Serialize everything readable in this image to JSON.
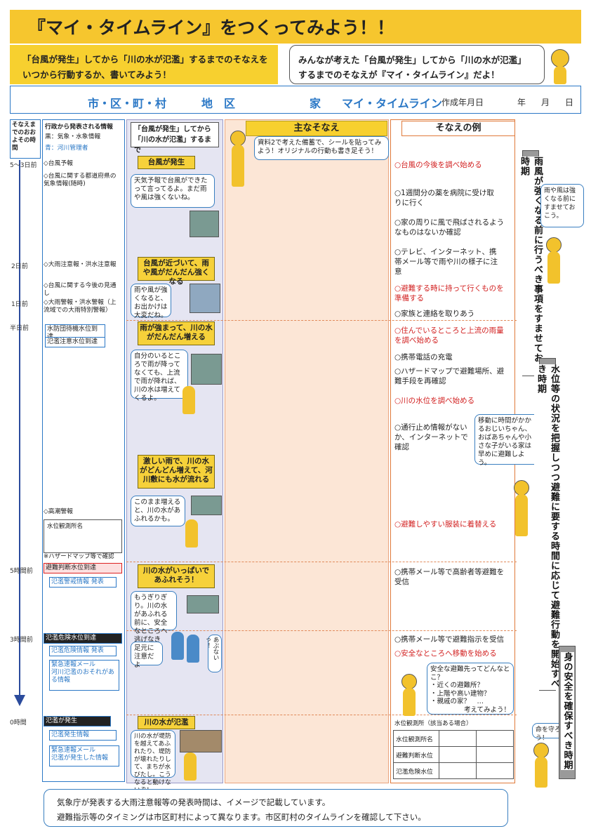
{
  "title": "『マイ・タイムライン』をつくってみよう！！",
  "intro_left": [
    "「台風が発生」してから「川の水が氾濫」するまでのそなえを",
    "いつから行動するか、書いてみよう！"
  ],
  "intro_right": [
    "みんなが考えた「台風が発生」してから「川の水が氾濫」",
    "するまでのそなえが『マイ・タイムライン』だよ！"
  ],
  "header": {
    "city": "市・区・町・村",
    "district": "地　区",
    "house": "家",
    "mytimeline": "マイ・タイムライン",
    "created": "作成年月日",
    "year": "年",
    "month": "月",
    "day": "日"
  },
  "timeline": {
    "col_label": "そなえまでのおおよその時間",
    "ticks": [
      "5～3日前",
      "2日前",
      "1日前",
      "半日前",
      "5時間前",
      "3時間前",
      "0時間"
    ]
  },
  "info_col": {
    "title": "行政から発表される情報",
    "legend_black": "黒：気象・水象情報",
    "legend_blue": "青：河川管理者",
    "items": [
      "◇台風予報",
      "◇台風に関する都道府県の気象情報(随時)",
      "◇大雨注意報・洪水注意報",
      "◇台風に関する今後の見通し",
      "◇大雨警報・洪水警報（上流域での大雨特別警報）"
    ],
    "tag_suibo": "水防団待機水位到達",
    "tag_hanran_chui": "氾濫注意水位到達",
    "kouzui": "◇高潮警報",
    "gauge_label": "水位観測所名",
    "hazard_note": "※ハザードマップ等で確認",
    "warn_level": "避難判断水位到達",
    "warn_issue": "氾濫警戒情報 発表",
    "danger_level": "氾濫危険水位到達",
    "danger_issue": "氾濫危険情報 発表",
    "emergency_mail": "緊急速報メール",
    "emergency_mail_msg": "河川氾濫のおそれがある情報",
    "flood_occur": "氾濫が発生",
    "flood_info": "氾濫発生情報",
    "emergency_mail2": "緊急速報メール",
    "emergency_mail2_msg": "氾濫が発生した情報"
  },
  "water_col": {
    "top_box": [
      "「台風が発生」してから",
      "「川の水が氾濫」するまで"
    ],
    "stages": [
      "台風が発生",
      "台風が近づいて、雨や風がだんだん強くなる",
      "雨が強まって、川の水がだんだん増える",
      "激しい雨で、川の水がどんどん増えて、河川敷にも水が流れる",
      "川の水がいっぱいであふれそう！",
      "川の水が氾濫"
    ],
    "bubbles": [
      "天気予報で台風ができたって言ってるよ。まだ雨や風は強くないね。",
      "雨や風が強くなると、お出かけは大変だね。",
      "自分のいるところで雨が降ってなくても、上流で雨が降れば、川の水は増えてくるよ。",
      "このまま増えると、川の水があふれるかも。",
      "もうぎりぎり。川の水があふれる前に、安全なところへ逃げなきゃ！",
      "足元に注意だよ",
      "あぶないっ！",
      "川の水が堤防を越えてあふれたり、堤防が壊れたりして、まちが水びたし。こうなると動けないぞ！"
    ]
  },
  "main_col": {
    "heading": "主なそなえ",
    "bubble": "資料2で考えた備蓄で、シールを貼ってみよう！オリジナルの行動も書き足そう！"
  },
  "example_col": {
    "heading": "そなえの例",
    "items": [
      {
        "text": "○台風の今後を調べ始める",
        "color": "red"
      },
      {
        "text": "○1週間分の薬を病院に受け取りに行く",
        "color": "black"
      },
      {
        "text": "○家の周りに風で飛ばされるようなものはないか確認",
        "color": "black"
      },
      {
        "text": "○テレビ、インターネット、携帯メール等で雨や川の様子に注意",
        "color": "black"
      },
      {
        "text": "○避難する時に持って行くものを準備する",
        "color": "red"
      },
      {
        "text": "○家族と連絡を取りあう",
        "color": "black"
      },
      {
        "text": "○住んでいるところと上流の雨量を調べ始める",
        "color": "red"
      },
      {
        "text": "○携帯電話の充電",
        "color": "black"
      },
      {
        "text": "○ハザードマップで避難場所、避難手段を再確認",
        "color": "black"
      },
      {
        "text": "○川の水位を調べ始める",
        "color": "red"
      },
      {
        "text": "○通行止め情報がないか、インターネットで確認",
        "color": "black"
      },
      {
        "text": "○避難しやすい服装に着替える",
        "color": "red"
      },
      {
        "text": "○携帯メール等で高齢者等避難を受信",
        "color": "black"
      },
      {
        "text": "○携帯メール等で避難指示を受信",
        "color": "black"
      },
      {
        "text": "○安全なところへ移動を始める",
        "color": "red"
      }
    ],
    "note_elderly": "移動に時間がかかるおじいちゃん、おばあちゃんや小さな子がいる家は早めに避難しよう。",
    "safe_place_q": [
      "安全な避難先ってどんなとこ？",
      "・近くの避難所？",
      "・上階や高い建物？",
      "・親戚の家？　…",
      "考えてみよう！"
    ],
    "table_title": "水位観測所（該当ある場合）",
    "table_rows": [
      "水位観測所名",
      "避難判断水位",
      "氾濫危険水位"
    ]
  },
  "side": {
    "bubble1": "雨や風は強くなる前にすませておこう。",
    "bar1": "雨風が強くなる前に行うべき事項をすませておく時期",
    "bar2": "水位等の状況を把握しつつ避難に要する時間に応じて避難行動を開始すべき時期",
    "bubble2": "命を守ろう！",
    "bar3": "身の安全を確保すべき時期"
  },
  "footer": [
    "気象庁が発表する大雨注意報等の発表時間は、イメージで記載しています。",
    "避難指示等のタイミングは市区町村によって異なります。市区町村のタイムラインを確認して下さい。"
  ]
}
